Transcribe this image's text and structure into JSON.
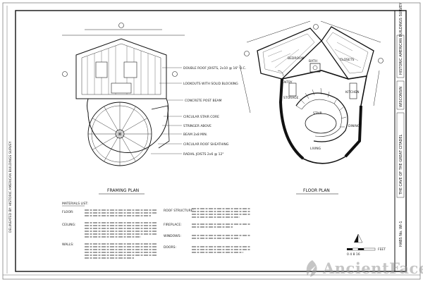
{
  "sheet": {
    "title_block": {
      "project_name": "THE CAVE OF THE GREAT CITADEL",
      "sheet_label": "HISTORIC AMERICAN BUILDINGS SURVEY",
      "state": "WISCONSIN",
      "survey_no": "HABS No. WI-1"
    },
    "side_note": "DELINEATED BY: HISTORIC AMERICAN BUILDINGS SURVEY"
  },
  "framing_plan": {
    "title": "FRAMING PLAN",
    "annotations": [
      "DOUBLE ROOF JOISTS, 2x10 @ 16\" O.C.",
      "LOOKOUTS WITH SOLID BLOCKING",
      "CONCRETE POST BEAM",
      "CIRCULAR STAIR CORE",
      "STRINGER ABOVE",
      "BEAM 2x8 MIN.",
      "CIRCULAR ROOF SHEATHING",
      "RADIAL JOISTS 2x6 @ 12\""
    ]
  },
  "floor_plan": {
    "title": "FLOOR PLAN",
    "rooms": [
      "BEDROOM",
      "CLOSETS",
      "LIVING",
      "KITCHEN",
      "BATH",
      "STAIR",
      "STORAGE",
      "ENTRY",
      "DINING"
    ]
  },
  "materials": {
    "title": "MATERIALS LIST:",
    "left_col_heads": [
      "FLOOR:",
      "CEILING:",
      "WALLS:"
    ],
    "right_col_heads": [
      "ROOF STRUCTURE:",
      "FIREPLACE:",
      "WINDOWS:",
      "DOORS:"
    ]
  },
  "scale": {
    "label": "FEET",
    "graphic": "0  4  8  16"
  },
  "watermark": {
    "text": "AncientFaces"
  }
}
